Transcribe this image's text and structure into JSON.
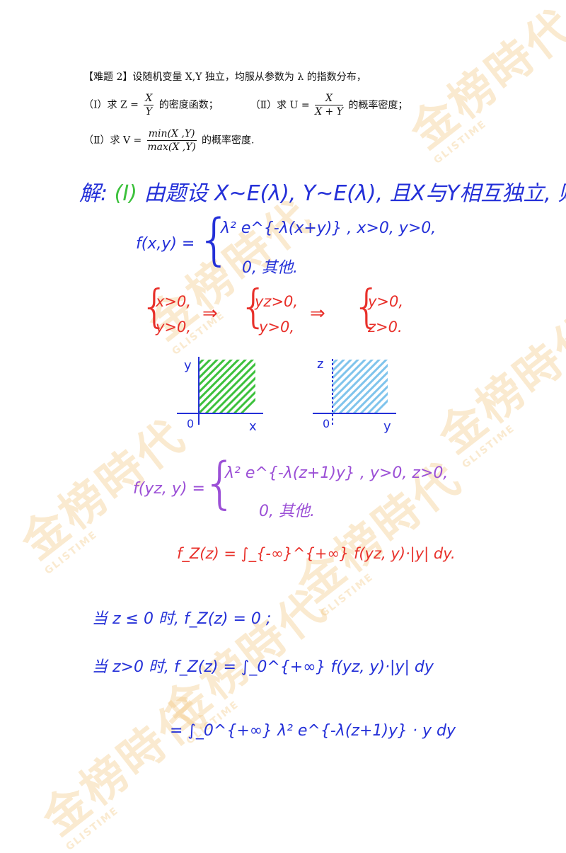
{
  "watermark": {
    "brand": "金榜時代",
    "latin": "GLISTIME"
  },
  "problem": {
    "line1": "【难题 2】设随机变量 X,Y 独立，均服从参数为 λ 的指数分布，",
    "p1_label": "（Ⅰ）求 Z =",
    "p1_num": "X",
    "p1_den": "Y",
    "p1_tail": "的密度函数；",
    "p2_label": "（Ⅱ）求 U =",
    "p2_num": "X",
    "p2_den": "X + Y",
    "p2_tail": "的概率密度；",
    "p3_label": "（Ⅱ）求 V =",
    "p3_num": "min(X ,Y)",
    "p3_den": "max(X ,Y)",
    "p3_tail": "的概率密度."
  },
  "solution": {
    "intro_prefix": "解:",
    "intro_part": "(I)",
    "intro_text": "由题设 X~E(λ), Y~E(λ), 且X与Y相互独立, 则",
    "joint_lhs": "f(x,y) =",
    "joint_case1": "λ² e^{-λ(x+y)} ,    x>0, y>0,",
    "joint_case2": "0,                             其他.",
    "cond_a1": "x>0,",
    "cond_a2": "y>0,",
    "arrow1": "⇒",
    "cond_b1": "yz>0,",
    "cond_b2": "y>0,",
    "arrow2": "⇒",
    "cond_c1": "y>0,",
    "cond_c2": "z>0.",
    "transformed_lhs": "f(yz, y) =",
    "transformed_case1": "λ² e^{-λ(z+1)y} ,    y>0, z>0,",
    "transformed_case2": "0,                             其他.",
    "marginal": "f_Z(z) = ∫_{-∞}^{+∞} f(yz, y)·|y| dy.",
    "case_le0": "当 z ≤ 0 时,   f_Z(z) = 0 ;",
    "case_gt0": "当 z>0 时,   f_Z(z) = ∫_0^{+∞} f(yz, y)·|y| dy",
    "result": "= ∫_0^{+∞} λ² e^{-λ(z+1)y} · y dy"
  },
  "graphs": {
    "left": {
      "origin": "0",
      "xlabel": "x",
      "ylabel": "y",
      "color": "#3cc13c"
    },
    "right": {
      "origin": "0",
      "xlabel": "y",
      "ylabel": "z",
      "color": "#7fc4ec"
    }
  }
}
